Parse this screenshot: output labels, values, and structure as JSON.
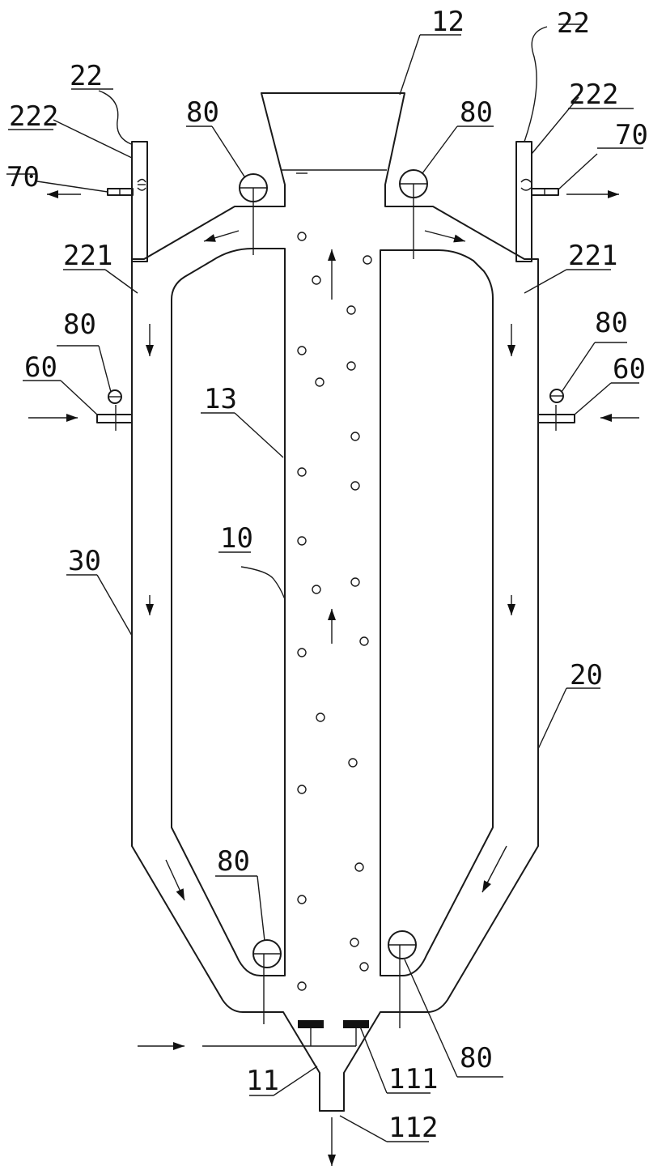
{
  "labels": {
    "hopper": "12",
    "left_pipe": "22",
    "right_pipe": "22",
    "left_top_cap": "222",
    "right_top_cap": "222",
    "left_outlet": "70",
    "right_outlet": "70",
    "left_riser": "221",
    "right_riser": "221",
    "left_inlet": "60",
    "right_inlet": "60",
    "valve_top_left": "80",
    "valve_top_right": "80",
    "valve_mid_left": "80",
    "valve_mid_right": "80",
    "valve_bottom_left": "80",
    "valve_bottom_right": "80",
    "inner_wall": "13",
    "reactor": "10",
    "left_jacket": "30",
    "right_jacket": "20",
    "bottom_cone": "11",
    "nozzle": "111",
    "drain": "112"
  },
  "colors": {
    "line": "#1a1a1a",
    "background": "#ffffff"
  }
}
